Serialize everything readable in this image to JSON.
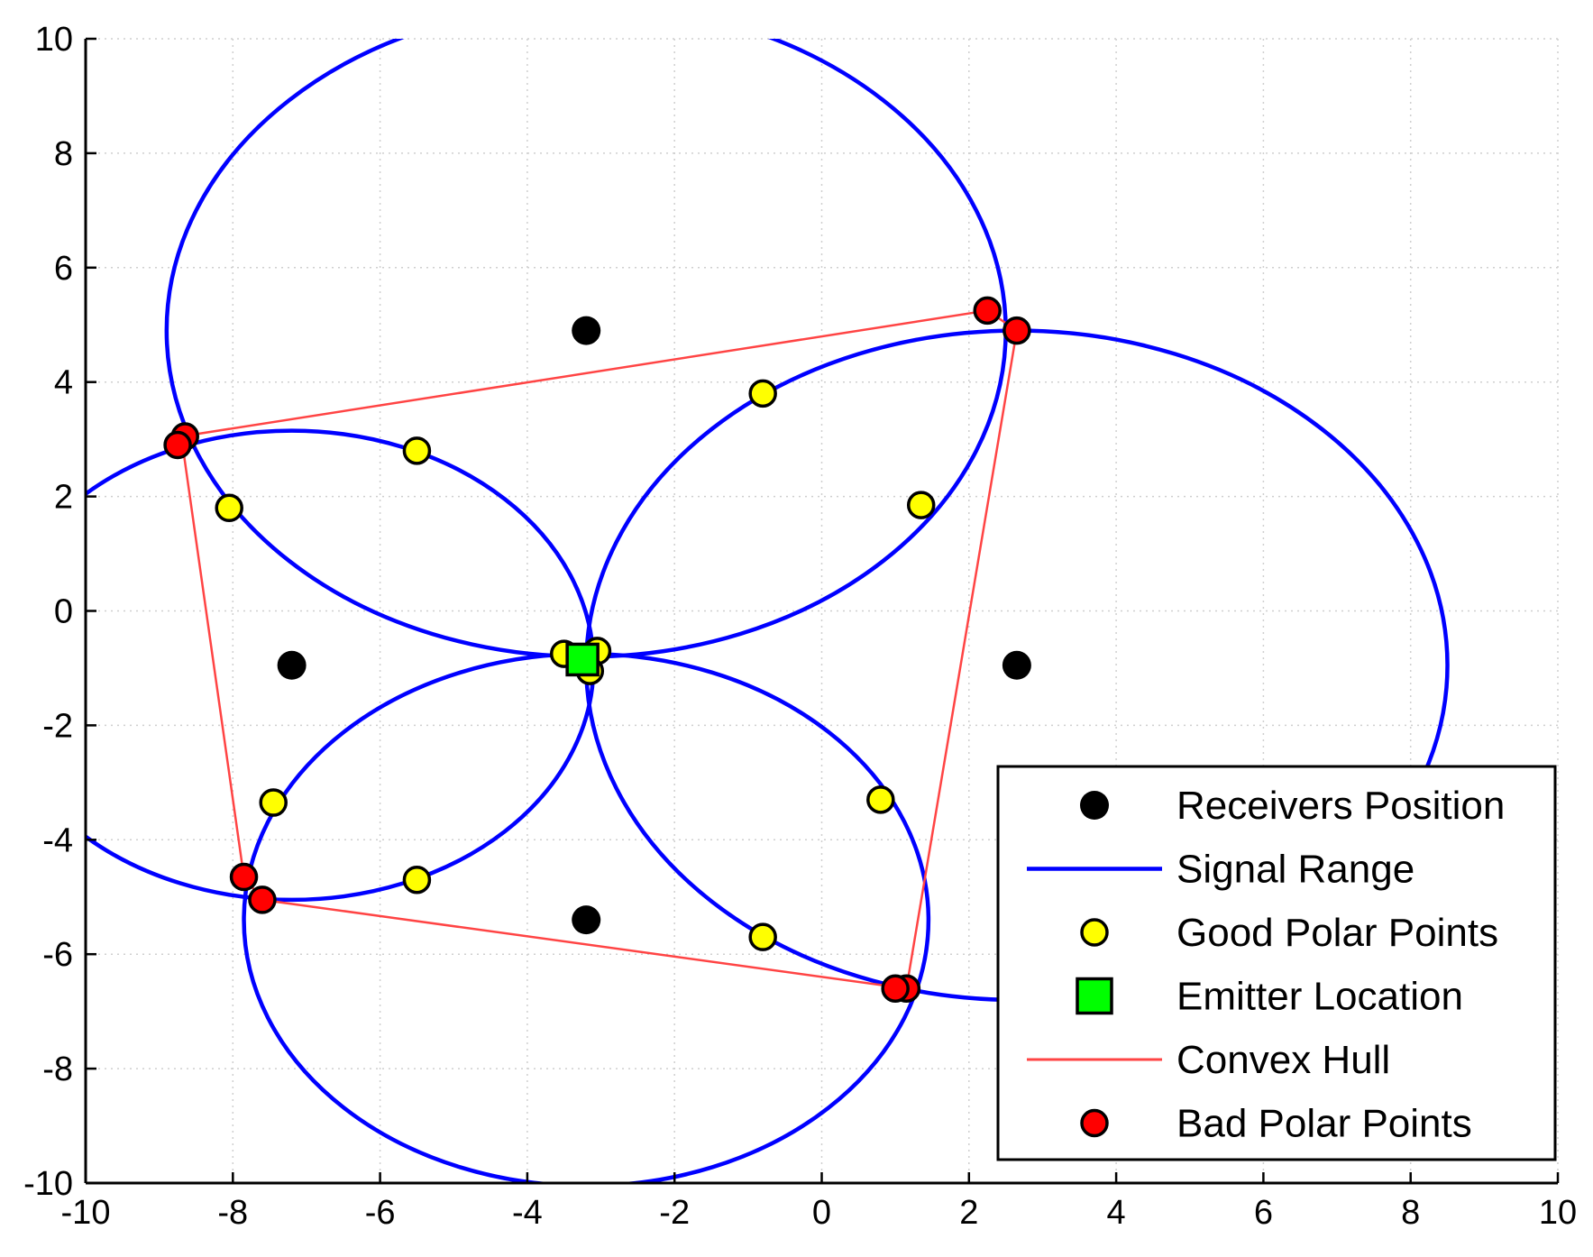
{
  "chart_data": {
    "type": "scatter",
    "title": "",
    "xlabel": "",
    "ylabel": "",
    "xlim": [
      -10,
      10
    ],
    "ylim": [
      -10,
      10
    ],
    "x_ticks": [
      -10,
      -8,
      -6,
      -4,
      -2,
      0,
      2,
      4,
      6,
      8,
      10
    ],
    "y_ticks": [
      -10,
      -8,
      -6,
      -4,
      -2,
      0,
      2,
      4,
      6,
      8,
      10
    ],
    "x_tick_labels": [
      "-10",
      "-8",
      "-6",
      "-4",
      "-2",
      "0",
      "2",
      "4",
      "6",
      "8",
      "10"
    ],
    "y_tick_labels": [
      "-10",
      "-8",
      "-6",
      "-4",
      "-2",
      "0",
      "2",
      "4",
      "6",
      "8",
      "10"
    ],
    "grid": true,
    "legend_position": "bottom-right",
    "colors": {
      "receivers": "#000000",
      "signal_range": "#0000ff",
      "good_points": "#ffff00",
      "emitter": "#00ff00",
      "convex_hull": "#ff4444",
      "bad_points": "#ff0000"
    },
    "series": [
      {
        "name": "Receivers Position",
        "kind": "points",
        "points": [
          [
            -3.2,
            4.9
          ],
          [
            -7.2,
            -0.95
          ],
          [
            2.65,
            -0.95
          ],
          [
            -3.2,
            -5.4
          ]
        ]
      },
      {
        "name": "Signal Range",
        "kind": "circles",
        "circles": [
          {
            "cx": -3.2,
            "cy": 4.9,
            "r": 5.7
          },
          {
            "cx": -7.2,
            "cy": -0.95,
            "r": 4.1
          },
          {
            "cx": 2.65,
            "cy": -0.95,
            "r": 5.85
          },
          {
            "cx": -3.2,
            "cy": -5.4,
            "r": 4.65
          }
        ]
      },
      {
        "name": "Good Polar Points",
        "kind": "points",
        "points": [
          [
            -5.5,
            2.8
          ],
          [
            -8.05,
            1.8
          ],
          [
            -0.8,
            3.8
          ],
          [
            1.35,
            1.85
          ],
          [
            -7.45,
            -3.35
          ],
          [
            -5.5,
            -4.7
          ],
          [
            0.8,
            -3.3
          ],
          [
            -0.8,
            -5.7
          ],
          [
            -3.5,
            -0.75
          ],
          [
            -3.05,
            -0.7
          ],
          [
            -3.15,
            -1.05
          ]
        ]
      },
      {
        "name": "Emitter Location",
        "kind": "points",
        "points": [
          [
            -3.25,
            -0.85
          ]
        ]
      },
      {
        "name": "Convex Hull",
        "kind": "polygon",
        "points": [
          [
            -8.7,
            3.05
          ],
          [
            2.25,
            5.25
          ],
          [
            2.65,
            4.9
          ],
          [
            1.15,
            -6.6
          ],
          [
            -7.6,
            -5.05
          ],
          [
            -7.85,
            -4.65
          ],
          [
            -8.7,
            3.05
          ]
        ]
      },
      {
        "name": "Bad Polar Points",
        "kind": "points",
        "points": [
          [
            -8.65,
            3.05
          ],
          [
            -8.75,
            2.9
          ],
          [
            2.25,
            5.25
          ],
          [
            2.65,
            4.9
          ],
          [
            -7.85,
            -4.65
          ],
          [
            -7.6,
            -5.05
          ],
          [
            1.15,
            -6.6
          ],
          [
            1.0,
            -6.6
          ]
        ]
      }
    ]
  }
}
